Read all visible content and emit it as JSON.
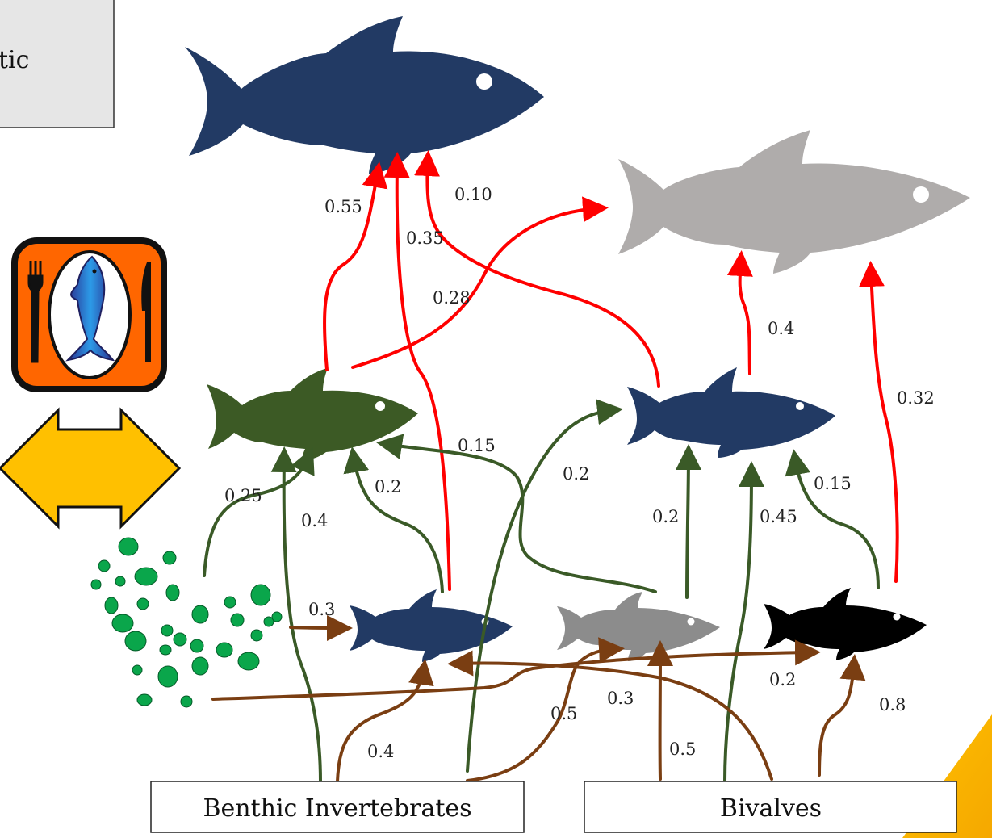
{
  "colors": {
    "red": "#ff0000",
    "green": "#3a5a27",
    "brown": "#7a3e12",
    "navy": "#223a64",
    "fish_green": "#3c5a25",
    "fish_gray_light": "#afacab",
    "fish_gray": "#8c8c8c",
    "fish_black": "#000000",
    "plankton": "#0aa64b",
    "plate_orange": "#ff6600",
    "arrow_yellow": "#ffc000"
  },
  "top_left_box": {
    "text": "tic"
  },
  "boxes": {
    "benthic": "Benthic Invertebrates",
    "bivalves": "Bivalves"
  },
  "icons": {
    "plate": "fish-on-plate-icon",
    "double_arrow": "double-arrow-icon"
  },
  "edge_labels": {
    "e055": "0.55",
    "e035": "0.35",
    "e010": "0.10",
    "e028": "0.28",
    "e04a": "0.4",
    "e032": "0.32",
    "e015a": "0.15",
    "e025": "0.25",
    "e02a": "0.2",
    "e04b": "0.4",
    "e02b": "0.2",
    "e02c": "0.2",
    "e045": "0.45",
    "e015b": "0.15",
    "e03a": "0.3",
    "e02d": "0.2",
    "e03b": "0.3",
    "e05a": "0.5",
    "e08": "0.8",
    "e04c": "0.4",
    "e05b": "0.5"
  }
}
